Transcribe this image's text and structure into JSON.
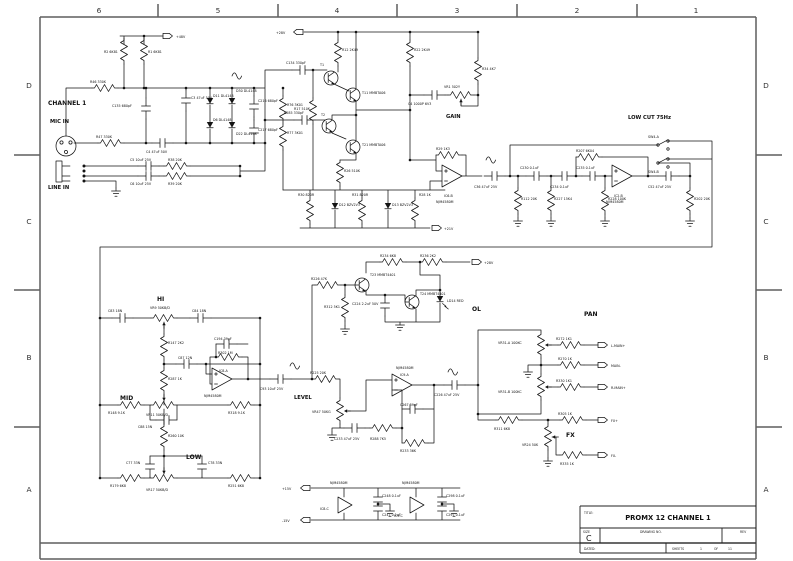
{
  "sheet": {
    "grid_columns": [
      "6",
      "5",
      "4",
      "3",
      "2",
      "1"
    ],
    "grid_rows": [
      "D",
      "C",
      "B",
      "A"
    ],
    "title_block": {
      "title_label": "TITLE:",
      "title": "PROMX 12 CHANNEL 1",
      "size_label": "SIZE",
      "size": "C",
      "drawing_no_label": "DRAWING NO.",
      "rev_label": "REV",
      "dated_label": "DATED:",
      "sheets_label": "SHEETS",
      "sheet_number": "1",
      "of_label": "OF",
      "sheets_total": "11"
    }
  },
  "sections": {
    "channel": "CHANNEL 1",
    "mic_in": "MIC IN",
    "line_in": "LINE IN",
    "gain": "GAIN",
    "low_cut": "LOW CUT 75Hz",
    "hi": "HI",
    "mid": "MID",
    "low": "LOW",
    "level": "LEVEL",
    "pan": "PAN",
    "fx": "FX",
    "ol": "OL"
  },
  "power": {
    "p48": "+48V",
    "p28a": "+28V",
    "p28b": "+28V",
    "p21": "+21V",
    "p15": "+15V",
    "m15": "-15V"
  },
  "outputs": {
    "l_main": "L-MAIN+",
    "main_neg": "MAIN-",
    "r_main": "R-MAIN+",
    "fx_pos": "FX+",
    "fx_neg": "FX-"
  },
  "components": {
    "r2": "R2 6K81",
    "r1": "R1 6K81",
    "r46": "R46 330K",
    "r47": "R47 330K",
    "c3": "C3 47uF 50V",
    "c135": "C135 680pF",
    "c4": "C4 47uF 50V",
    "c5": "C5 10uF 25V",
    "r38": "R38 20K",
    "c6": "C6 10uF 25V",
    "r39": "R39 20K",
    "d11": "D11 DL4148",
    "d30": "D30 DL4148",
    "d6": "D6 DL4148",
    "d22": "D22 DL4148",
    "c216": "C216 680pF",
    "c217": "C217 680pF",
    "r76": "R76 3K01",
    "r77": "R77 3K01",
    "r12": "R12 2K49",
    "r22": "R22 2K49",
    "r34": "R34 4K7",
    "c134": "C134 330pF",
    "t1": "T1",
    "t11": "T11 MMBTA06",
    "c285": "C285 330pF",
    "t2": "T2",
    "t21": "T21 MMBTA06",
    "r17": "R17 510K",
    "r26": "R26 510K",
    "vr1": "VR1 502Y",
    "c41": "C4 1000P 6V3",
    "r30": "R30 820R",
    "d12": "D12 BZV2V3",
    "r31": "R31 820R",
    "d13": "D13 BZV2V3",
    "r28": "R28 1K",
    "r29": "R29 1K3",
    "ic6b": "IC6-B",
    "ic6b_part": "NJM4580M",
    "c36": "C36 47uF 25V",
    "r112": "R112 20K",
    "c230": "C230 0.1uF",
    "r227": "R227 15K4",
    "c234": "C234 0.1uF",
    "c235": "C235 0.1uF",
    "r228": "R228 100K",
    "r207": "R207 6K04",
    "ic2b": "IC2-B",
    "ic2b_part": "NJM4580M",
    "c52": "C52 47uF 25V",
    "r202": "R202 20K",
    "sw4a": "SW4-A",
    "sw4b": "SW4-B",
    "c83": "C83 18N",
    "vr9": "VR9 50KB/D",
    "c84": "C84 18N",
    "r147": "R147 2K2",
    "c87": "C87 12N",
    "r287": "R287 1K",
    "vr11": "VR11 50KB/D",
    "r148": "R148 9.1K",
    "r318": "R318 9.1K",
    "c88": "C88 15N",
    "r260": "R260 10K",
    "c77": "C77 33N",
    "c78": "C78 33N",
    "vr17": "VR17 50KB/D",
    "r179": "R179 6K8",
    "r251": "R251 6K8",
    "c194": "C194 39pF",
    "r302": "R302 1M",
    "ic8a": "IC8-A",
    "ic8a_part": "NJM4580M",
    "c93": "C93 10uF 25V",
    "r226": "R226 47K",
    "t23": "T23 MMBT4401",
    "r312": "R312 5K1",
    "r234": "R234 6K8",
    "r236": "R236 2K2",
    "c224": "C224 2.2uF 50V",
    "t24": "T24 MMBT4401",
    "ld14": "LD14 RED",
    "r225": "R225 20K",
    "vr47": "VR47 50KG",
    "c233": "C233 47uF 25V",
    "r288": "R288 7K5",
    "ic9a": "IC9-A",
    "ic9a_part": "NJM4580M",
    "c267": "C267 39pF",
    "r233": "R233 36K",
    "c226": "C226 47uF 25V",
    "vr31a": "VR31-A 100KC",
    "vr31b": "VR31-B 100KC",
    "r272": "R272 1K1",
    "r270": "R270 1K",
    "r330": "R330 1K1",
    "r305": "R305 1K",
    "r311": "R311 6K8",
    "vr24": "VR24 50K",
    "r335": "R335 1K",
    "ic8c": "IC8-C",
    "ic8c_part": "NJM4580M",
    "c248": "C248 0.1uF",
    "c247": "C247 0.1uF",
    "ic9c": "IC9-C",
    "ic9c_part": "NJM4580M",
    "c298": "C298 0.1uF",
    "c297": "C297 0.1uF"
  }
}
